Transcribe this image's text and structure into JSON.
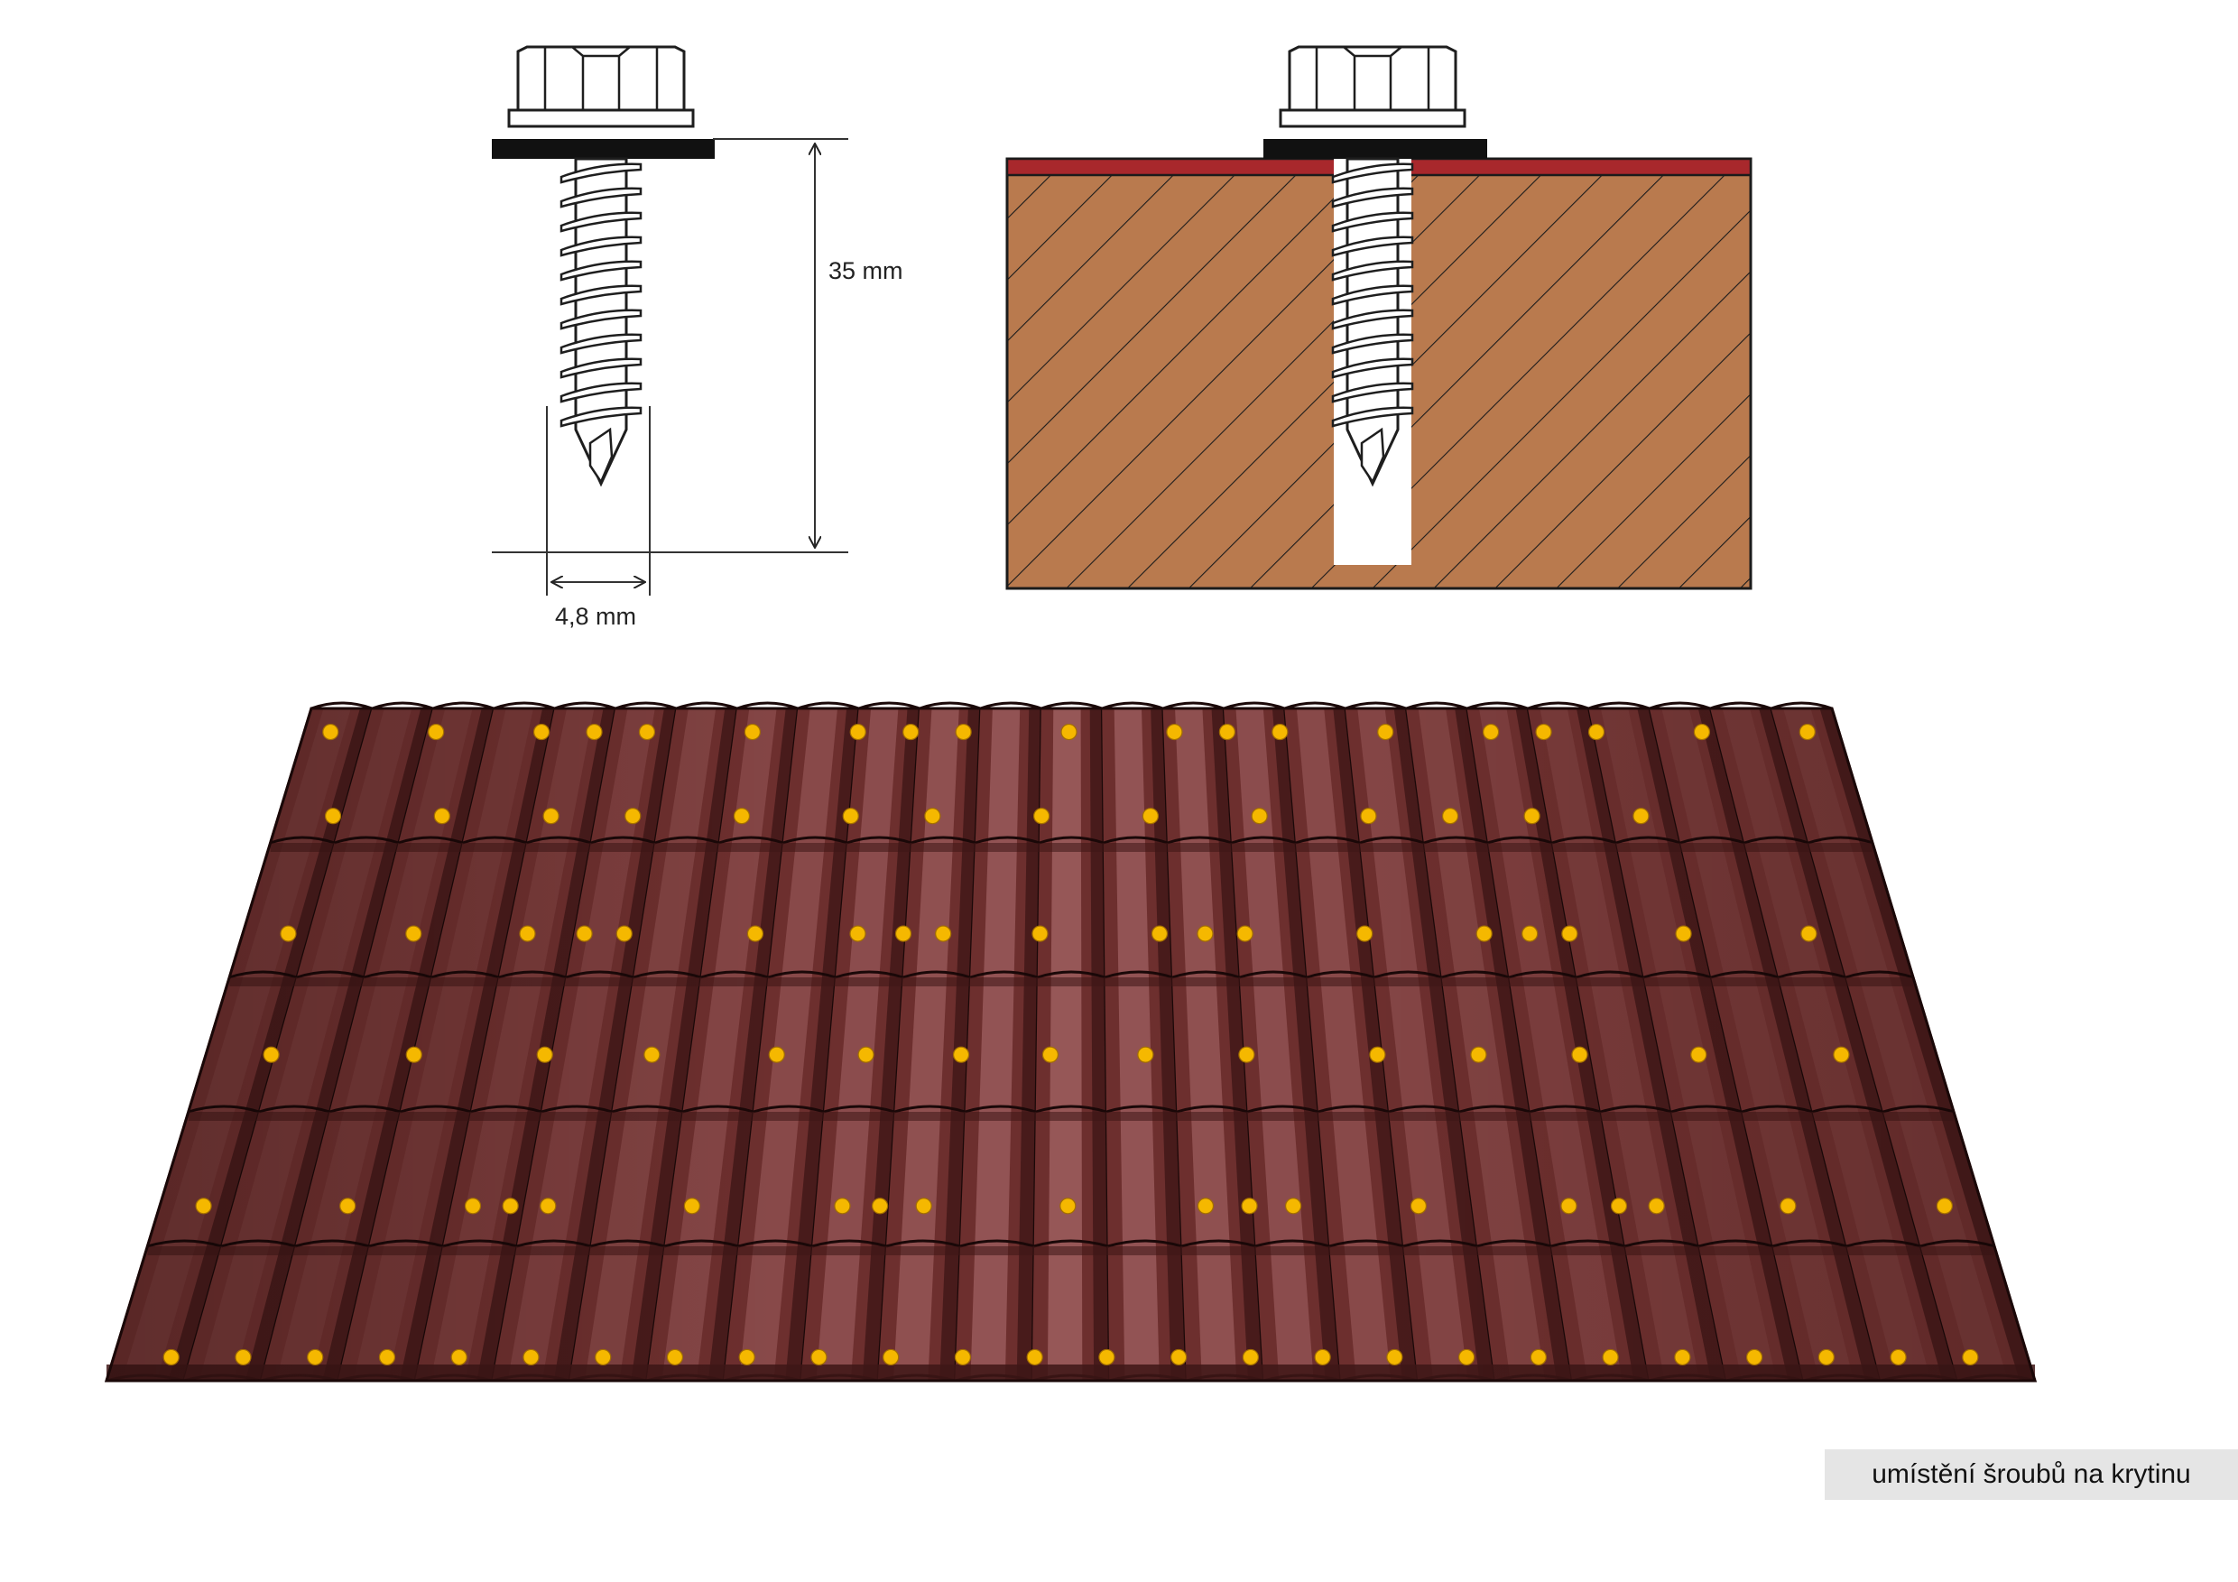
{
  "labels": {
    "length": "35 mm",
    "diameter": "4,8 mm",
    "caption": "umístění šroubů na krytinu"
  },
  "colors": {
    "roof": "#6d2f2e",
    "roof_dark": "#3e1616",
    "roof_highlight": "#b8787a",
    "wood": "#b97a4e",
    "membrane": "#a8282c",
    "screw_mark": "#f5b800",
    "caption_bg": "#e5e5e5"
  },
  "icons": {
    "screw": "hex-head-self-drilling-screw-icon",
    "batten": "wood-batten-cross-section",
    "roof": "roof-tile-sheet-icon",
    "marker": "screw-position-dot-icon"
  }
}
